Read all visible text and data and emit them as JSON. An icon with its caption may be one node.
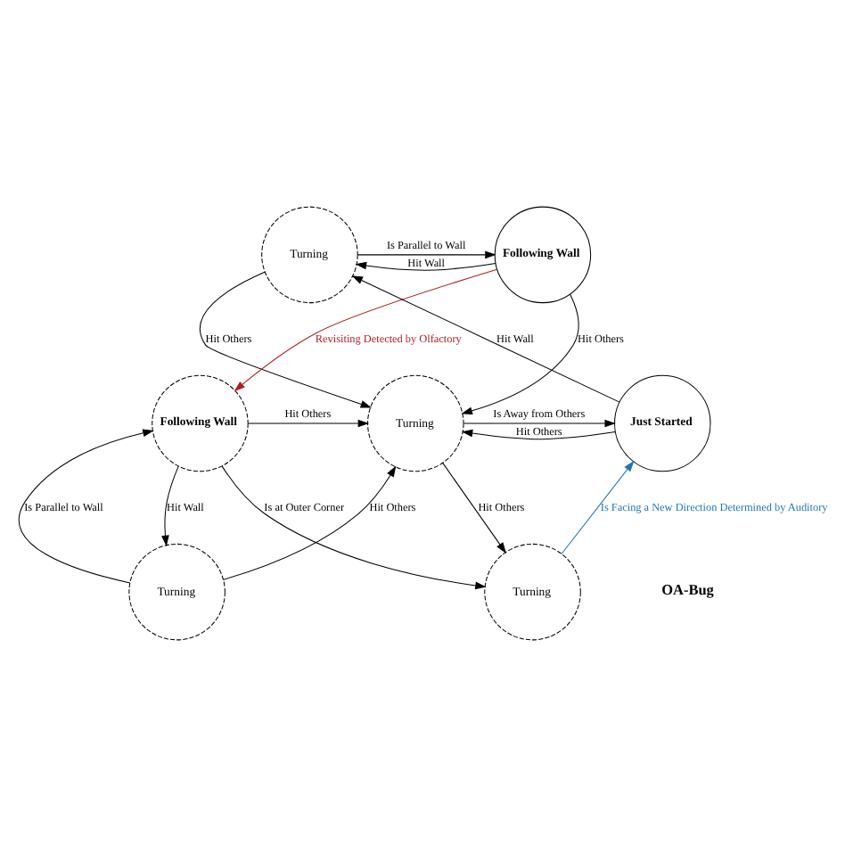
{
  "diagram": {
    "nodes": [
      {
        "text": [
          "Turning"
        ]
      },
      {
        "text": [
          "Following Wall"
        ]
      },
      {
        "text": [
          "Just Started"
        ]
      },
      {
        "text": [
          "Turning"
        ]
      },
      {
        "text": [
          "Following Wall"
        ]
      },
      {
        "text": [
          "Turning"
        ]
      },
      {
        "text": [
          "Turning"
        ]
      }
    ],
    "edges": [
      {
        "from": 2,
        "to": 0,
        "arrow": "to",
        "label": "Hit Wall"
      },
      {
        "from": 0,
        "to": 1,
        "arrow": "to",
        "label": "Is Parallel to Wall"
      },
      {
        "from": 1,
        "to": 0,
        "arrow": "to",
        "label": "Hit Wall"
      },
      {
        "from": 0,
        "to": 3,
        "arrow": "to",
        "label": "Hit Others"
      },
      {
        "from": 1,
        "to": 3,
        "arrow": "to",
        "label": "Hit Others"
      },
      {
        "from": 1,
        "to": 4,
        "arrow": "to",
        "label": "Revisiting Detected by Olfactory",
        "color": "#b01c22"
      },
      {
        "from": 2,
        "to": 3,
        "arrow": "to",
        "label": "Hit Others"
      },
      {
        "from": 4,
        "to": 3,
        "arrow": "to",
        "label": "Hit Others"
      },
      {
        "from": 3,
        "to": 2,
        "arrow": "to",
        "label": "Is Away from Others"
      },
      {
        "from": 3,
        "to": 5,
        "arrow": "to",
        "label": "Hit Others"
      },
      {
        "from": 6,
        "to": 3,
        "arrow": "to",
        "label": "Hit Others"
      },
      {
        "from": 6,
        "to": 4,
        "arrow": "to",
        "label": "Is Parallel to Wall"
      },
      {
        "from": 4,
        "to": 6,
        "arrow": "to",
        "label": "Hit Wall"
      },
      {
        "from": 4,
        "to": 5,
        "arrow": "to",
        "label": "Is at Outer Corner"
      },
      {
        "from": 5,
        "to": 2,
        "arrow": "to",
        "label": "Is Facing a New Direction Determined by Auditory",
        "color": "#1f78b4"
      }
    ],
    "labels": [
      "OA-Bug"
    ]
  }
}
